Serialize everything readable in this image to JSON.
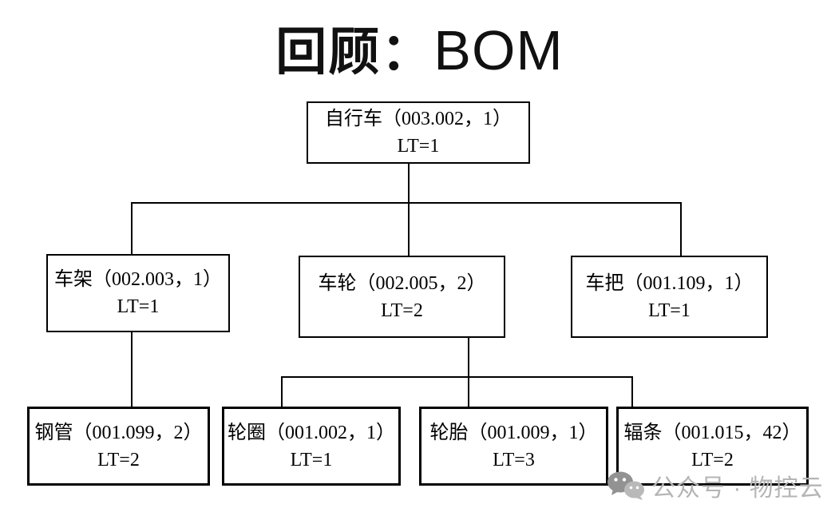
{
  "title": {
    "cn": "回顾：",
    "en": "BOM"
  },
  "tree": {
    "root": {
      "line1": "自行车（003.002，1）",
      "line2": "LT=1",
      "children": [
        {
          "line1": "车架（002.003，1）",
          "line2": "LT=1",
          "children": [
            {
              "line1": "钢管（001.099，2）",
              "line2": "LT=2"
            }
          ]
        },
        {
          "line1": "车轮（002.005，2）",
          "line2": "LT=2",
          "children": [
            {
              "line1": "轮圈（001.002，1）",
              "line2": "LT=1"
            },
            {
              "line1": "轮胎（001.009，1）",
              "line2": "LT=3"
            },
            {
              "line1": "辐条（001.015，42）",
              "line2": "LT=2"
            }
          ]
        },
        {
          "line1": "车把（001.109，1）",
          "line2": "LT=1",
          "children": []
        }
      ]
    }
  },
  "watermark": {
    "icon": "wechat-icon",
    "text": "公众号 · 物控云",
    "text_color": "#b5b5b5",
    "icon_color_dark": "#929292",
    "icon_color_light": "#b9b9b9"
  },
  "colors": {
    "background": "#ffffff",
    "line": "#000000",
    "text": "#000000"
  }
}
